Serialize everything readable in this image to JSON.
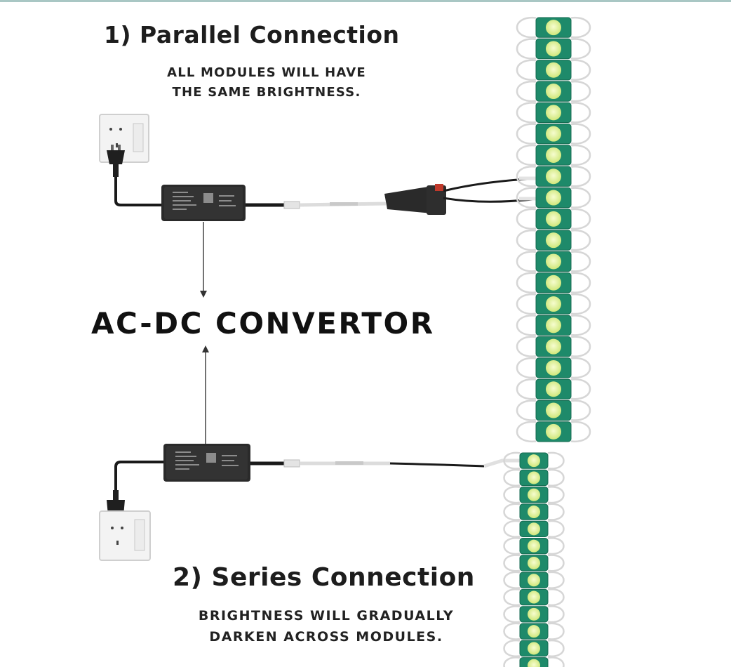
{
  "parallel": {
    "title": "1) Parallel Connection",
    "note_line1": "ALL MODULES WILL HAVE",
    "note_line2": "THE SAME BRIGHTNESS."
  },
  "converter_label": "AC-DC CONVERTOR",
  "series": {
    "title": "2) Series Connection",
    "note_line1": "BRIGHTNESS WILL GRADUALLY",
    "note_line2": "DARKEN ACROSS MODULES."
  },
  "colors": {
    "module_green": "#1e8a6a",
    "led_yellow": "#e9f5a8",
    "adapter_black": "#2a2a2a",
    "wire": "#1a1a1a",
    "text": "#1d1d1d"
  },
  "strips": {
    "top_led_count": 20,
    "bottom_led_count": 13
  }
}
